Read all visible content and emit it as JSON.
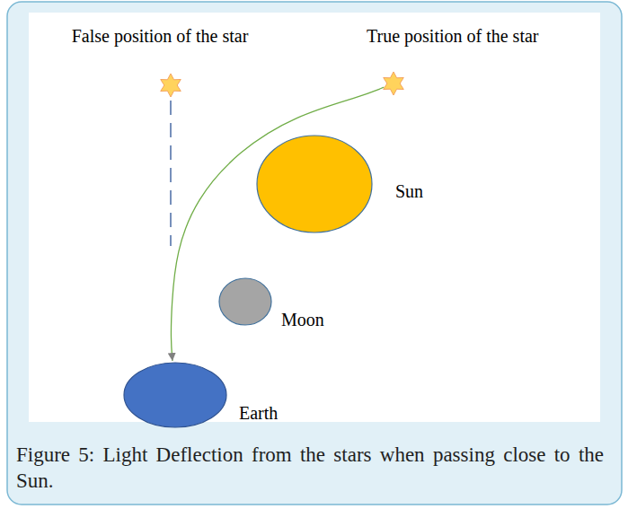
{
  "diagram": {
    "caption": "Figure 5: Light Deflection from the stars when passing close to the Sun.",
    "nodes": [
      {
        "text": [
          "False position of the star"
        ]
      },
      {
        "text": [
          "True position of the star"
        ]
      },
      {
        "text": [
          "Sun"
        ]
      },
      {
        "text": [
          "Moon"
        ]
      },
      {
        "text": [
          "Earth"
        ]
      }
    ],
    "edges": [
      {
        "from": 1,
        "to": 4,
        "arrow": "to"
      }
    ]
  }
}
